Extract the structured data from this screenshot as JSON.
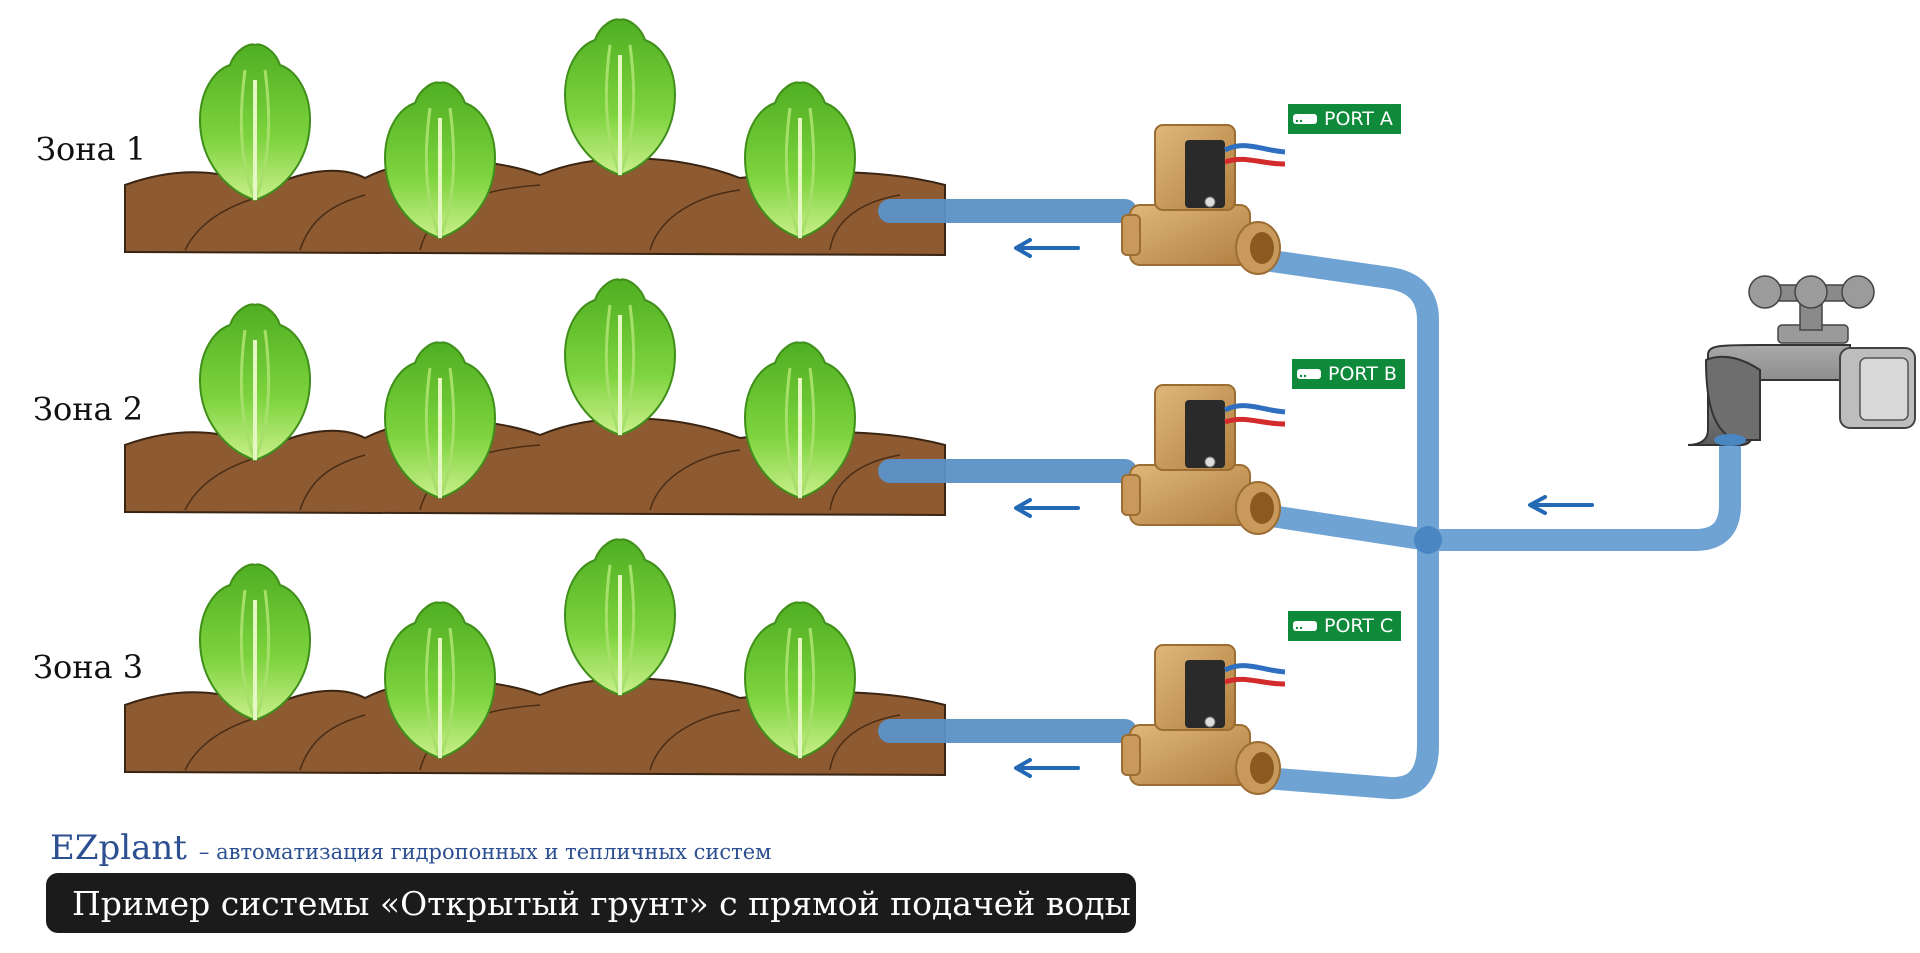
{
  "zones": [
    {
      "label": "Зона 1"
    },
    {
      "label": "Зона 2"
    },
    {
      "label": "Зона 3"
    }
  ],
  "ports": [
    {
      "label": "PORT A"
    },
    {
      "label": "PORT B"
    },
    {
      "label": "PORT C"
    }
  ],
  "brand": {
    "name": "EZplant",
    "tagline": "– автоматизация гидропонных и тепличных систем"
  },
  "caption": "Пример системы «Открытый грунт» с прямой подачей воды",
  "colors": {
    "pipe": "#6fa3d4",
    "soil": "#8e5a32",
    "lettuce": "#5cbf2e",
    "valve": "#c9995c",
    "port_badge": "#0f8a3a",
    "arrow": "#2369b3",
    "brand": "#2b4f91",
    "caption_bg": "#1b1b1b"
  },
  "icons": {
    "port": "server-icon",
    "arrow": "arrow-left-icon",
    "tap": "water-tap-icon",
    "valve": "solenoid-valve-icon",
    "plant": "lettuce-icon"
  }
}
